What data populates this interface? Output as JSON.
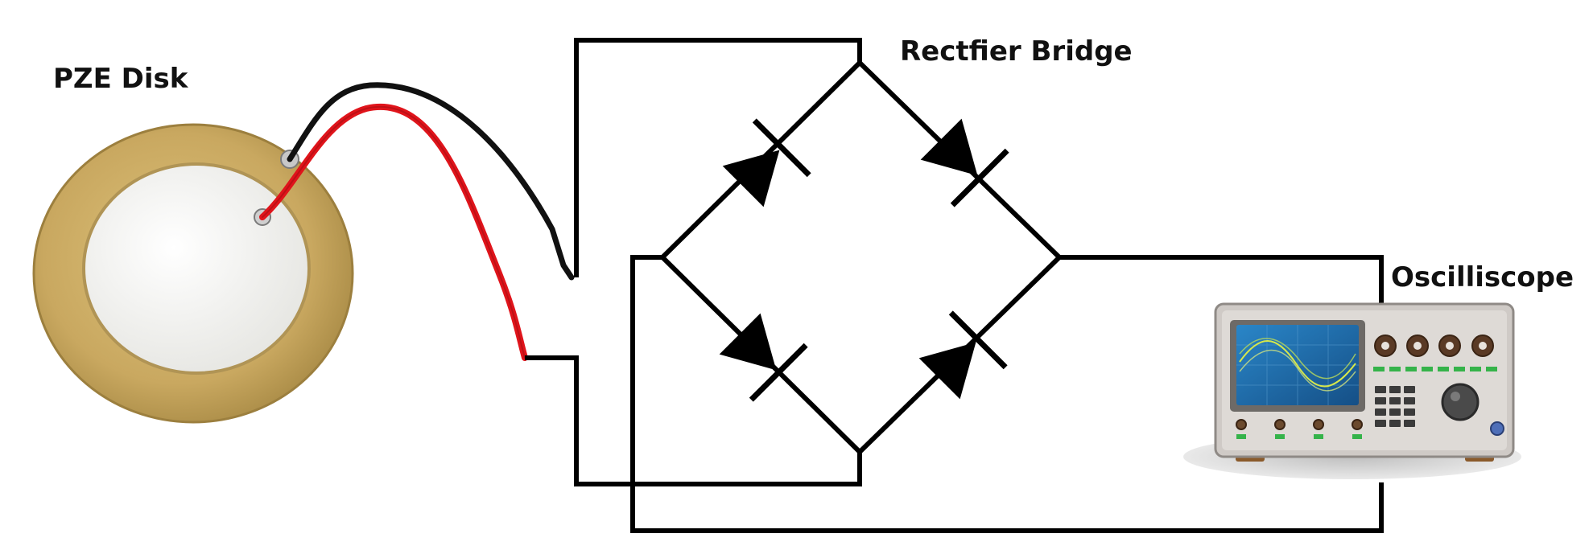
{
  "labels": {
    "pze_disk": "PZE Disk",
    "rectifier_bridge": "Rectfier Bridge",
    "oscilloscope": "Oscilliscope"
  },
  "colors": {
    "wire": "#000000",
    "wire_positive": "#e0141b",
    "wire_negative": "#111111",
    "disk_brass": "#c9a860",
    "disk_ceramic": "#f4f4f2",
    "scope_body": "#d9d6d3",
    "scope_screen": "#1f6fb0",
    "scope_trace": "#d7e84a"
  },
  "icons": {
    "piezo": "piezo-disk-icon",
    "diode": "diode-icon",
    "oscilloscope": "oscilloscope-icon"
  }
}
